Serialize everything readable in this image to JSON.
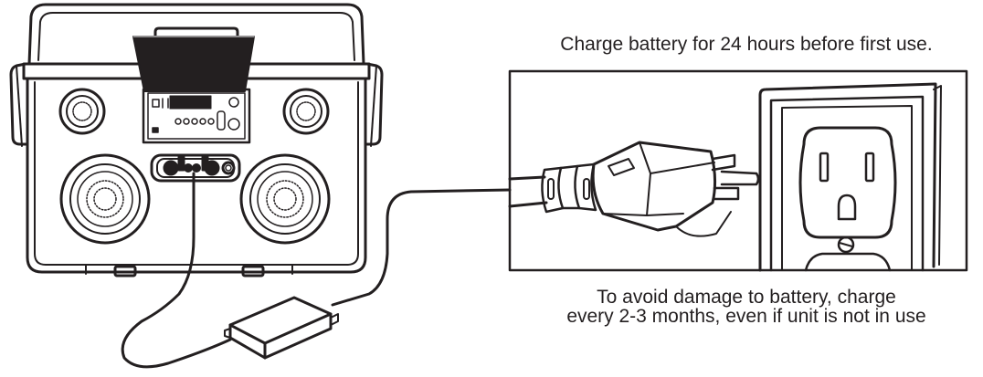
{
  "instructions": {
    "charge_first_use": "Charge battery for 24 hours before first use.",
    "charge_maintenance_line1": "To avoid damage to battery, charge",
    "charge_maintenance_line2": "every 2-3 months, even if unit is not in use"
  },
  "colors": {
    "line": "#231f20",
    "fill": "#ffffff",
    "lid": "#231f20"
  },
  "illustrations": {
    "device": "cooler-speaker-unit",
    "adapter": "power-adapter-brick",
    "plug": "ac-power-plug",
    "outlet": "wall-outlet"
  }
}
